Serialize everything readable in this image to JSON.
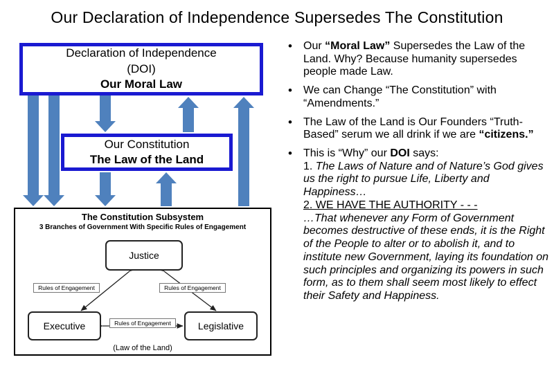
{
  "title": "Our Declaration of Independence Supersedes The Constitution",
  "colors": {
    "frame_blue": "#1a1ad1",
    "arrow_blue": "#4f81bd"
  },
  "diagram": {
    "doi_box": {
      "line1": "Declaration of Independence",
      "line2": "(DOI)",
      "line3": "Our Moral Law"
    },
    "constitution_box": {
      "line1": "Our Constitution",
      "line2": "The Law of the Land"
    },
    "subsystem": {
      "title": "The Constitution Subsystem",
      "subtitle": "3 Branches of Government With Specific Rules of Engagement",
      "justice": "Justice",
      "executive": "Executive",
      "legislative": "Legislative",
      "edge_label": "Rules of Engagement",
      "footer": "(Law of the Land)"
    }
  },
  "bullets": [
    {
      "parts": [
        {
          "t": "Our "
        },
        {
          "t": "“Moral Law”",
          "b": true
        },
        {
          "t": " Supersedes the Law of the Land. Why? Because humanity supersedes people made Law."
        }
      ]
    },
    {
      "parts": [
        {
          "t": "We can Change “The Constitution” with “Amendments.”"
        }
      ]
    },
    {
      "parts": [
        {
          "t": "The Law of the Land is Our Founders “Truth-Based” serum we all drink if we are "
        },
        {
          "t": "“citizens.”",
          "b": true
        }
      ]
    },
    {
      "parts": [
        {
          "t": "This is “Why” our "
        },
        {
          "t": "DOI",
          "b": true
        },
        {
          "t": " says:"
        }
      ],
      "lines": [
        {
          "parts": [
            {
              "t": "1. "
            },
            {
              "t": "The Laws of Nature and of Nature’s God gives us the right to pursue Life, Liberty and Happiness…",
              "i": true
            }
          ]
        },
        {
          "parts": [
            {
              "t": "2. WE HAVE THE AUTHORITY - - -",
              "u": true
            }
          ]
        },
        {
          "parts": [
            {
              "t": "…That whenever any Form of Government becomes destructive of these ends, it is the Right of the People to alter or to abolish it, and to institute new Government, laying its foundation on such principles and organizing its powers in such form, as to them shall seem most likely to effect their Safety and Happiness.",
              "i": true
            }
          ]
        }
      ]
    }
  ]
}
